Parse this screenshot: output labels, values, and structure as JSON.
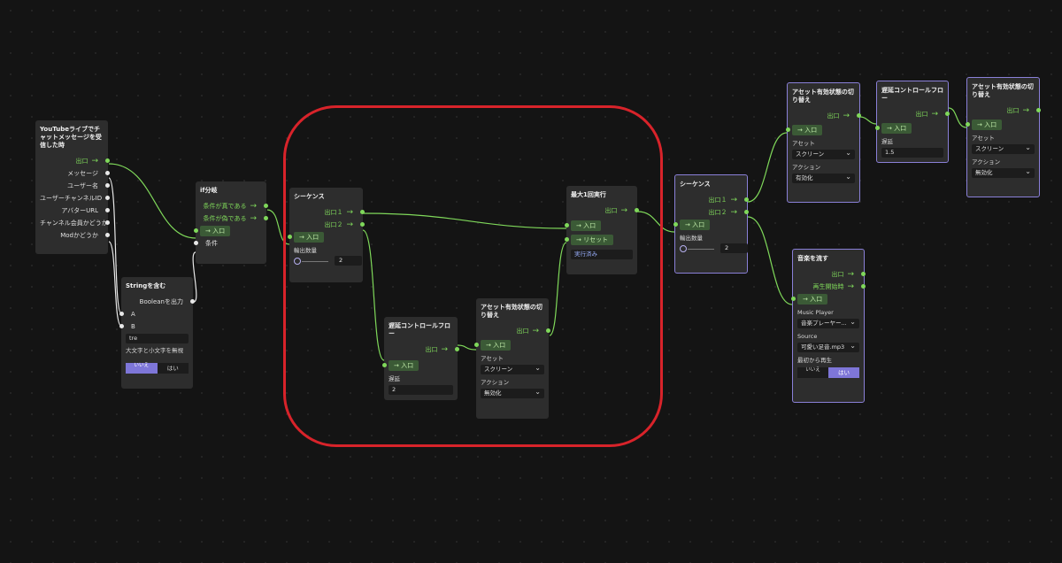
{
  "n_youtube": {
    "title": "YouTubeライブでチャットメッセージを受信した時",
    "out": "出口",
    "ports": [
      "メッセージ",
      "ユーザー名",
      "ユーザーチャンネルID",
      "アバターURL",
      "チャンネル会員かどうか",
      "Modかどうか"
    ]
  },
  "n_string": {
    "title": "Stringを含む",
    "out": "Booleanを出力",
    "a": "A",
    "b": "B",
    "b_value": "tre",
    "case_label": "大文字と小文字を無視",
    "toggle_off": "いいえ",
    "toggle_on": "はい"
  },
  "n_branch": {
    "title": "if分岐",
    "true_out": "条件が真である",
    "false_out": "条件が偽である",
    "in": "入口",
    "cond": "条件"
  },
  "n_seq1": {
    "title": "シーケンス",
    "out1": "出口１",
    "out2": "出口２",
    "in": "入口",
    "count_label": "輸出数量",
    "count": "2"
  },
  "n_delay1": {
    "title": "遅延コントロールフロー",
    "out": "出口",
    "in": "入口",
    "delay_label": "遅延",
    "delay": "2"
  },
  "n_asset1": {
    "title": "アセット有効状態の切り替え",
    "out": "出口",
    "in": "入口",
    "asset_label": "アセット",
    "asset": "スクリーン",
    "action_label": "アクション",
    "action": "無効化"
  },
  "n_once": {
    "title": "最大1回実行",
    "out": "出口",
    "in": "入口",
    "reset": "リセット",
    "status": "実行済み"
  },
  "n_seq2": {
    "title": "シーケンス",
    "out1": "出口１",
    "out2": "出口２",
    "in": "入口",
    "count_label": "輸出数量",
    "count": "2"
  },
  "n_asset2": {
    "title": "アセット有効状態の切り替え",
    "out": "出口",
    "in": "入口",
    "asset_label": "アセット",
    "asset": "スクリーン",
    "action_label": "アクション",
    "action": "有効化"
  },
  "n_delay2": {
    "title": "遅延コントロールフロー",
    "out": "出口",
    "in": "入口",
    "delay_label": "遅延",
    "delay": "1.5"
  },
  "n_asset3": {
    "title": "アセット有効状態の切り替え",
    "out": "出口",
    "in": "入口",
    "asset_label": "アセット",
    "asset": "スクリーン",
    "action_label": "アクション",
    "action": "無効化"
  },
  "n_music": {
    "title": "音楽を流す",
    "out": "出口",
    "playing": "再生開始時",
    "in": "入口",
    "player_label": "Music Player",
    "player": "音楽プレーヤー...",
    "source_label": "Source",
    "source": "可愛い足音.mp3",
    "autoplay_label": "最初から再生",
    "toggle_off": "いいえ",
    "toggle_on": "はい"
  },
  "colors": {
    "exec_wire": "#7fd85a",
    "data_wire": "#e8e8e8",
    "highlight": "#d8232a",
    "selected_border": "#8a80d8"
  }
}
